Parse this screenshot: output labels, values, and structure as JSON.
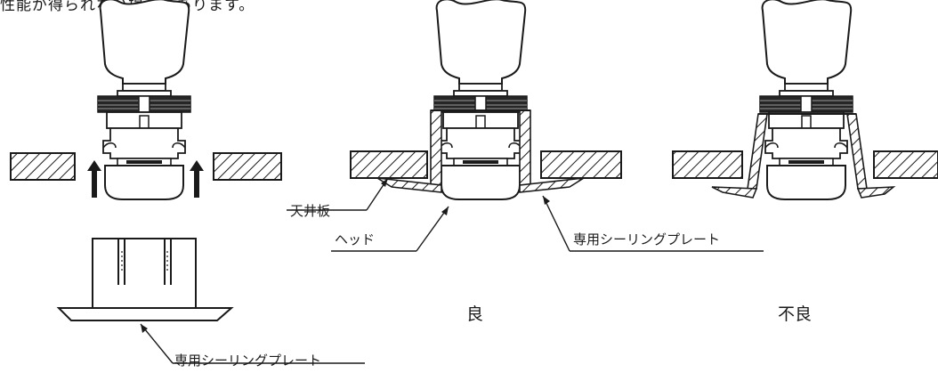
{
  "intro_text": "性能が得られない場合があります。",
  "labels": {
    "ceiling_board": "天井板",
    "head": "ヘッド",
    "sealing_plate_mid": "専用シーリングプレート",
    "sealing_plate_bottom": "専用シーリングプレート"
  },
  "verdicts": {
    "good": "良",
    "bad": "不良"
  },
  "colors": {
    "line": "#1a1a1a",
    "background": "#ffffff"
  }
}
